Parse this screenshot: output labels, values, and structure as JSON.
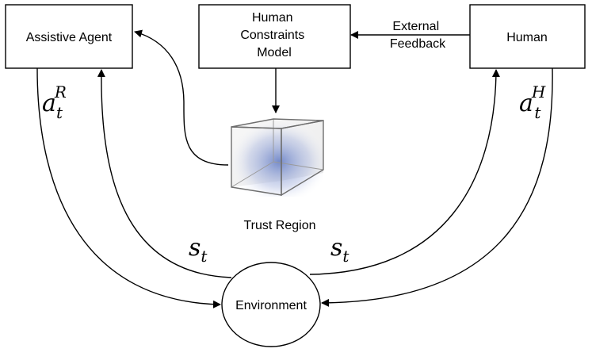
{
  "nodes": {
    "assistive_agent": "Assistive Agent",
    "constraints_model": [
      "Human",
      "Constraints",
      "Model"
    ],
    "human": "Human",
    "environment": "Environment",
    "trust_region": "Trust Region"
  },
  "edges": {
    "external_feedback": [
      "External",
      "Feedback"
    ],
    "robot_action": {
      "base": "a",
      "sub": "t",
      "sup": "R"
    },
    "human_action": {
      "base": "a",
      "sub": "t",
      "sup": "H"
    },
    "state_left": {
      "base": "s",
      "sub": "t"
    },
    "state_right": {
      "base": "s",
      "sub": "t"
    }
  },
  "colors": {
    "stroke": "#000000",
    "cube_glow": "#5f79c4",
    "cube_edge": "#7a7a7a"
  }
}
